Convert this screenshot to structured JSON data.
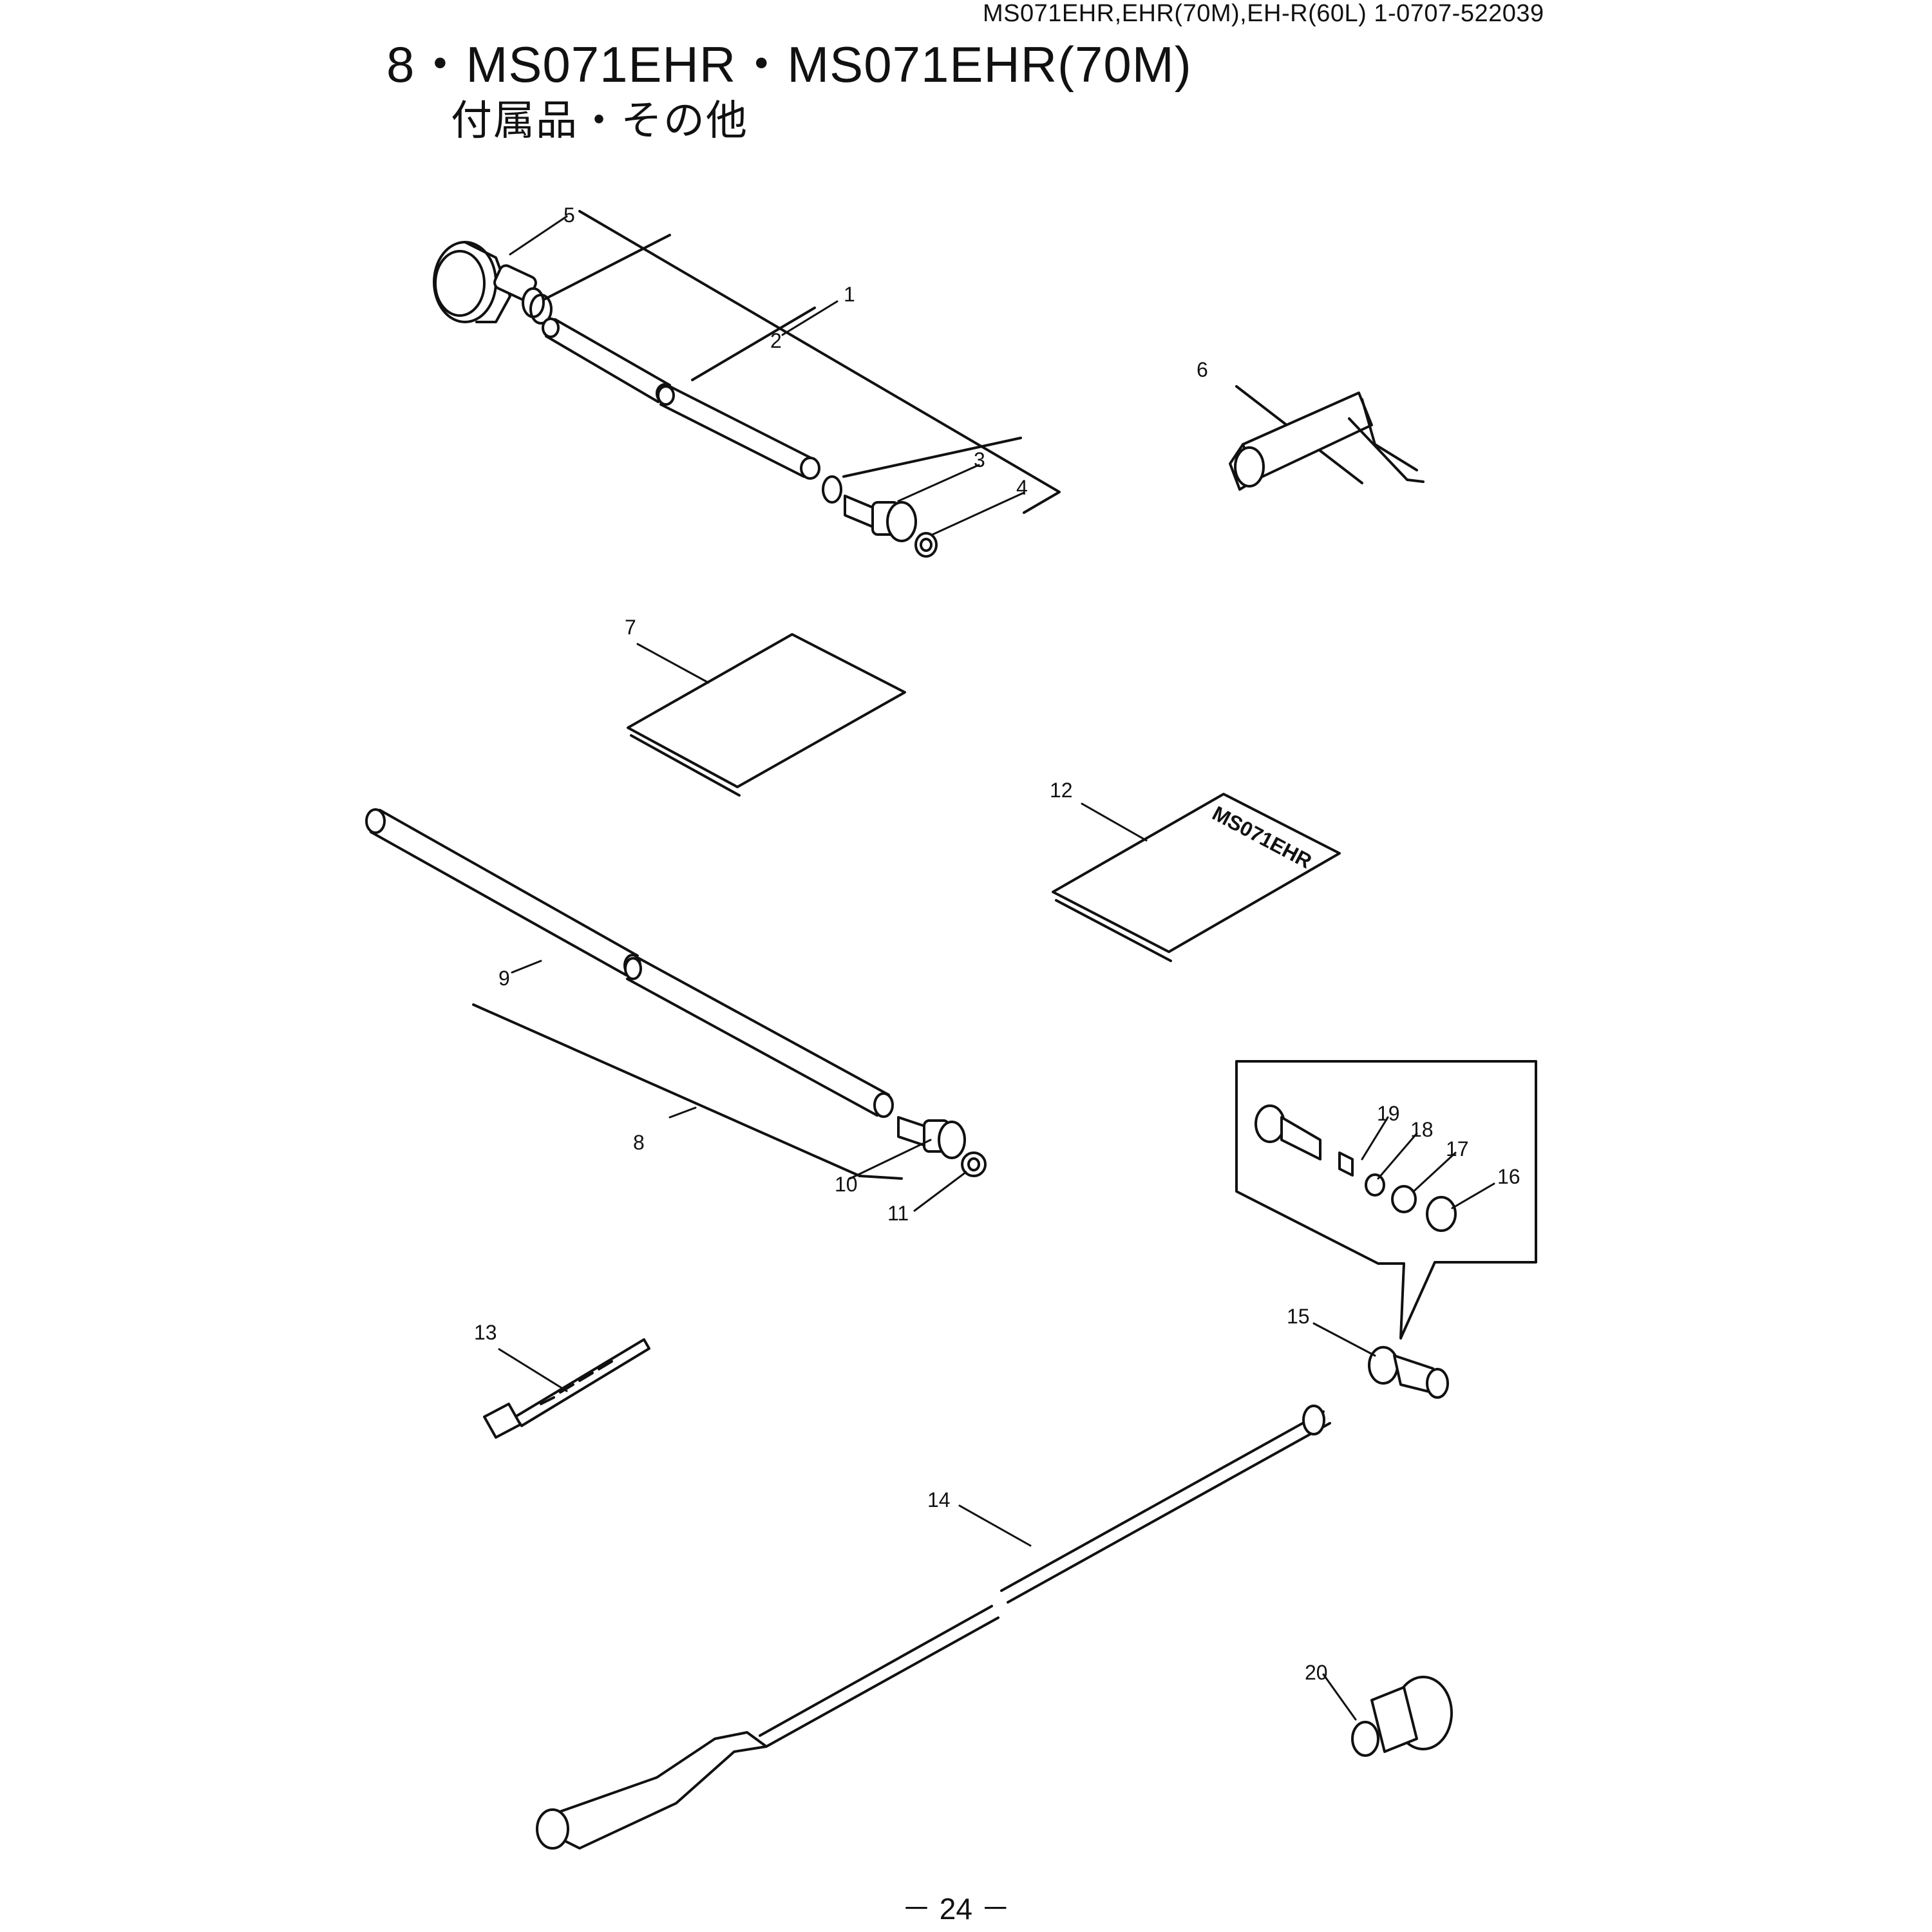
{
  "header": {
    "model_line": "MS071EHR,EHR(70M),EH-R(60L)   1-0707-522039",
    "title": "8・MS071EHR・MS071EHR(70M)",
    "subtitle": "付属品・その他"
  },
  "manual_label": "MS071EHR",
  "callouts": [
    "1",
    "2",
    "3",
    "4",
    "5",
    "6",
    "7",
    "8",
    "9",
    "10",
    "11",
    "12",
    "13",
    "14",
    "15",
    "16",
    "17",
    "18",
    "19",
    "20"
  ],
  "page_number": "－ 24 －"
}
